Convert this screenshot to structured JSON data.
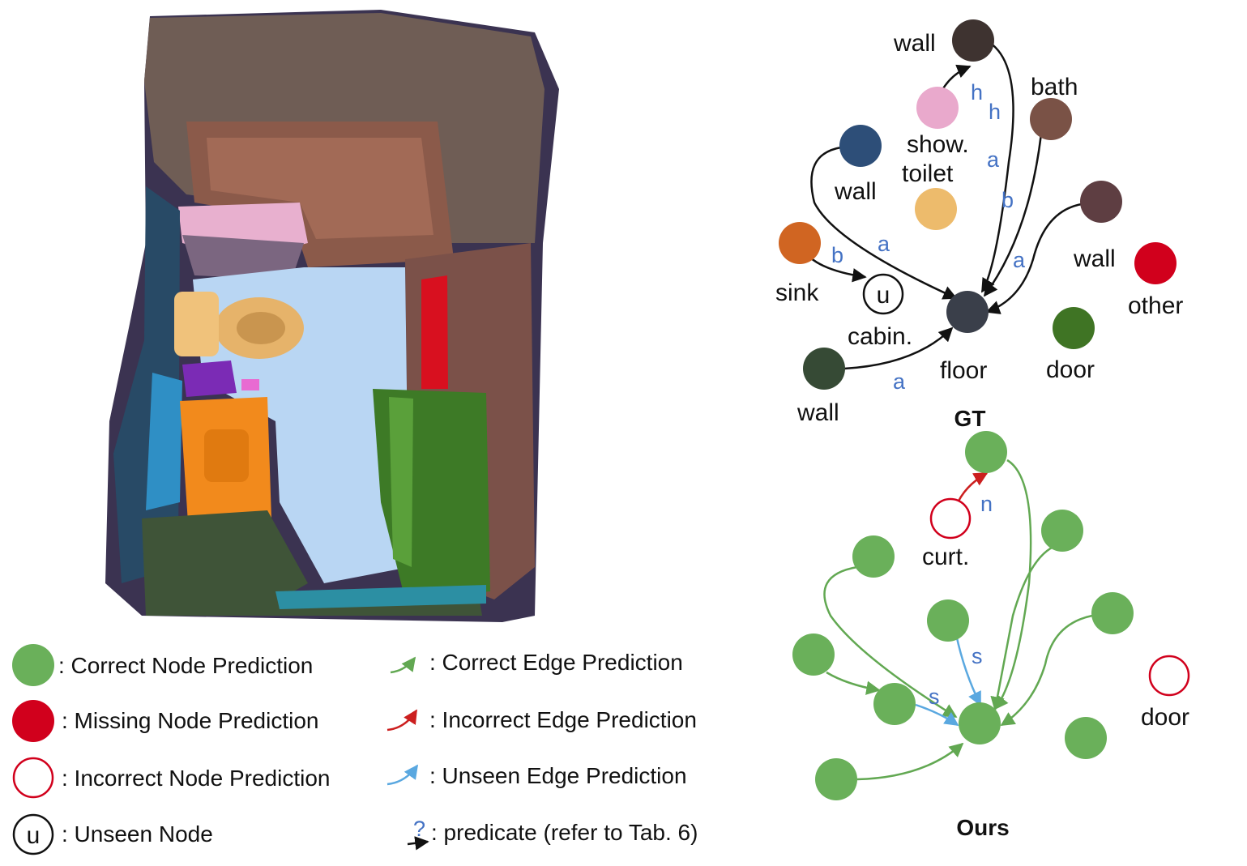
{
  "gt_graph": {
    "title": "GT",
    "nodes": [
      {
        "label": "wall",
        "color": "#3e3330"
      },
      {
        "label": "show.",
        "color": "#e9a9cc"
      },
      {
        "label": "bath",
        "color": "#7a5246"
      },
      {
        "label": "wall",
        "color": "#2d4e78"
      },
      {
        "label": "toilet",
        "color": "#edbb6c"
      },
      {
        "label": "sink",
        "color": "#d06522"
      },
      {
        "label": "cabin.",
        "color": "u"
      },
      {
        "label": "floor",
        "color": "#3a3f4a"
      },
      {
        "label": "wall",
        "color": "#364a35"
      },
      {
        "label": "wall",
        "color": "#5e3e42"
      },
      {
        "label": "other",
        "color": "#d1001c"
      },
      {
        "label": "door",
        "color": "#3f7424"
      }
    ],
    "unseen_node_letter": "u",
    "predicates": [
      "h",
      "h",
      "a",
      "b",
      "a",
      "b",
      "a",
      "a"
    ]
  },
  "ours_graph": {
    "title": "Ours",
    "node_labels": [
      "curt.",
      "door"
    ],
    "predicates": [
      "n",
      "s",
      "s"
    ]
  },
  "legend": {
    "nodes": [
      {
        "text": ": Correct Node Prediction",
        "color": "#6ab05a"
      },
      {
        "text": ": Missing Node Prediction",
        "color": "#d1001c"
      },
      {
        "text": ": Incorrect Node Prediction",
        "color": "#d1001c"
      },
      {
        "text": ": Unseen Node",
        "color": "#111111",
        "letter": "u"
      }
    ],
    "edges": [
      {
        "text": ": Correct Edge Prediction",
        "color": "#62a852"
      },
      {
        "text": ": Incorrect Edge Prediction",
        "color": "#cc1f1f"
      },
      {
        "text": ": Unseen Edge Prediction",
        "color": "#5aa8e0"
      },
      {
        "text": ": predicate (refer to Tab. 6)",
        "color": "#111111",
        "symbol": "?"
      }
    ]
  },
  "colors": {
    "correct": "#6ab05a",
    "correct_edge": "#62a852",
    "incorrect": "#cc1f1f",
    "unseen_edge": "#5aa8e0",
    "predicate": "#4472c4"
  }
}
